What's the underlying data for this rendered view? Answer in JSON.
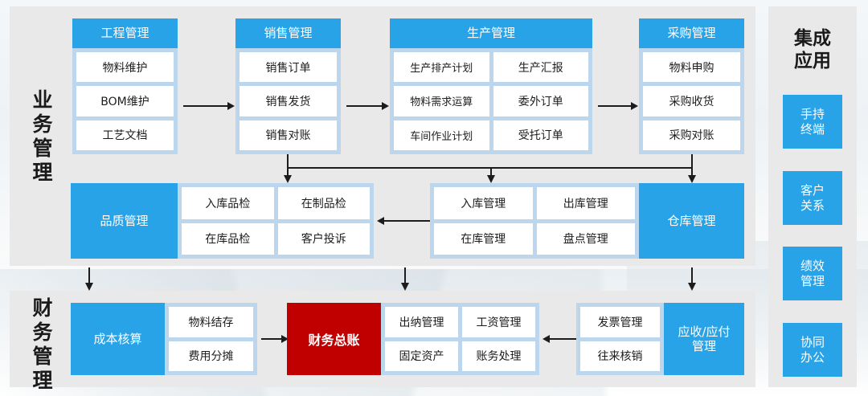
{
  "diagram": {
    "title_rows": {
      "business": "业务管理",
      "finance": "财务管理"
    },
    "sidebar": {
      "title": "集成\n应用",
      "title_line1": "集成",
      "title_line2": "应用",
      "items": [
        {
          "line1": "手持",
          "line2": "终端",
          "label": "手持终端"
        },
        {
          "line1": "客户",
          "line2": "关系",
          "label": "客户关系"
        },
        {
          "line1": "绩效",
          "line2": "管理",
          "label": "绩效管理"
        },
        {
          "line1": "协同",
          "line2": "办公",
          "label": "协同办公"
        }
      ]
    },
    "groups": {
      "engineering": {
        "header": "工程管理",
        "items": [
          "物料维护",
          "BOM维护",
          "工艺文档"
        ]
      },
      "sales": {
        "header": "销售管理",
        "items": [
          "销售订单",
          "销售发货",
          "销售对账"
        ]
      },
      "production": {
        "header": "生产管理",
        "items": [
          "生产排产计划",
          "生产汇报",
          "物料需求运算",
          "委外订单",
          "车间作业计划",
          "受托订单"
        ]
      },
      "purchasing": {
        "header": "采购管理",
        "items": [
          "物料申购",
          "采购收货",
          "采购对账"
        ]
      },
      "quality": {
        "header": "品质管理",
        "items": [
          "入库品检",
          "在制品检",
          "在库品检",
          "客户投诉"
        ]
      },
      "warehouse": {
        "header": "仓库管理",
        "items": [
          "入库管理",
          "出库管理",
          "在库管理",
          "盘点管理"
        ]
      },
      "cost": {
        "header": "成本核算",
        "items": [
          "物料结存",
          "费用分摊"
        ]
      },
      "ledger": {
        "header": "财务总账",
        "items": [
          "出纳管理",
          "工资管理",
          "固定资产",
          "账务处理"
        ]
      },
      "receivable": {
        "header_line1": "应收/应付",
        "header_line2": "管理",
        "header": "应收/应付管理",
        "items": [
          "发票管理",
          "往来核销"
        ]
      }
    },
    "colors": {
      "accent_blue": "#29a3e8",
      "pale_blue": "#bcd6ee",
      "panel_grey": "#e9e9e9",
      "red": "#c00000",
      "cell_white": "#ffffff",
      "line": "#1c1c1c"
    }
  }
}
